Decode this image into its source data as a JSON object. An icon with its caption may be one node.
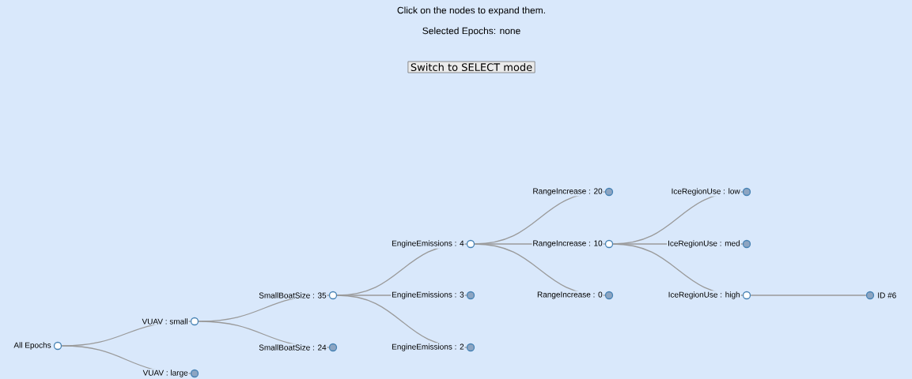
{
  "diagram": {
    "nodes": [
      {
        "text": [],
        "shape": "circle",
        "beside": [
          "All Epochs"
        ]
      },
      {
        "text": [],
        "shape": "circle",
        "beside": [
          "VUAV : small"
        ]
      },
      {
        "text": [],
        "shape": "circle",
        "beside": [
          "VUAV : large"
        ]
      },
      {
        "text": [],
        "shape": "circle",
        "beside": [
          "SmallBoatSize : 35"
        ]
      },
      {
        "text": [],
        "shape": "circle",
        "beside": [
          "SmallBoatSize : 24"
        ]
      },
      {
        "text": [],
        "shape": "circle",
        "beside": [
          "EngineEmissions : 4"
        ]
      },
      {
        "text": [],
        "shape": "circle",
        "beside": [
          "EngineEmissions : 3"
        ]
      },
      {
        "text": [],
        "shape": "circle",
        "beside": [
          "EngineEmissions : 2"
        ]
      },
      {
        "text": [],
        "shape": "circle",
        "beside": [
          "RangeIncrease : 20"
        ]
      },
      {
        "text": [],
        "shape": "circle",
        "beside": [
          "RangeIncrease : 10"
        ]
      },
      {
        "text": [],
        "shape": "circle",
        "beside": [
          "RangeIncrease : 0"
        ]
      },
      {
        "text": [],
        "shape": "circle",
        "beside": [
          "IceRegionUse : low"
        ]
      },
      {
        "text": [],
        "shape": "circle",
        "beside": [
          "IceRegionUse : med"
        ]
      },
      {
        "text": [],
        "shape": "circle",
        "beside": [
          "IceRegionUse : high"
        ]
      },
      {
        "text": [],
        "shape": "circle",
        "beside": [
          "ID #6"
        ]
      }
    ],
    "edges": [
      {
        "from": 0,
        "to": 1,
        "arrow": "none"
      },
      {
        "from": 0,
        "to": 2,
        "arrow": "none"
      },
      {
        "from": 1,
        "to": 3,
        "arrow": "none"
      },
      {
        "from": 1,
        "to": 4,
        "arrow": "none"
      },
      {
        "from": 3,
        "to": 5,
        "arrow": "none"
      },
      {
        "from": 3,
        "to": 6,
        "arrow": "none"
      },
      {
        "from": 3,
        "to": 7,
        "arrow": "none"
      },
      {
        "from": 5,
        "to": 8,
        "arrow": "none"
      },
      {
        "from": 5,
        "to": 9,
        "arrow": "none"
      },
      {
        "from": 5,
        "to": 10,
        "arrow": "none"
      },
      {
        "from": 9,
        "to": 11,
        "arrow": "none"
      },
      {
        "from": 9,
        "to": 12,
        "arrow": "none"
      },
      {
        "from": 9,
        "to": 13,
        "arrow": "none"
      },
      {
        "from": 13,
        "to": 14,
        "arrow": "none"
      }
    ],
    "labels": [
      "Click on the nodes to expand them.",
      "Selected Epochs: none",
      "Switch to SELECT mode"
    ]
  }
}
